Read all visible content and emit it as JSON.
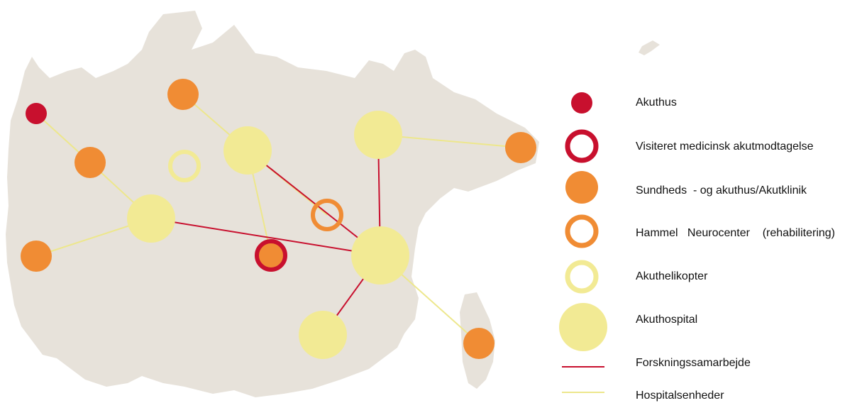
{
  "colors": {
    "land": "#e7e2da",
    "akuthus_red": "#c8102e",
    "orange": "#f08c34",
    "yellow": "#f2ea94",
    "research_line": "#c8102e",
    "hospital_line": "#ede78c"
  },
  "legend": {
    "akuthus": "Akuthus",
    "visiteret": "Visiteret medicinsk akutmodtagelse",
    "sundheds": "Sundheds  - og akuthus/Akutklinik",
    "hammel": "Hammel   Neurocenter    (rehabilitering)",
    "helikopter": "Akuthelikopter",
    "akuthospital": "Akuthospital",
    "forskning": "Forskningssamarbejde",
    "hospitalsenheder": "Hospitalsenheder"
  }
}
